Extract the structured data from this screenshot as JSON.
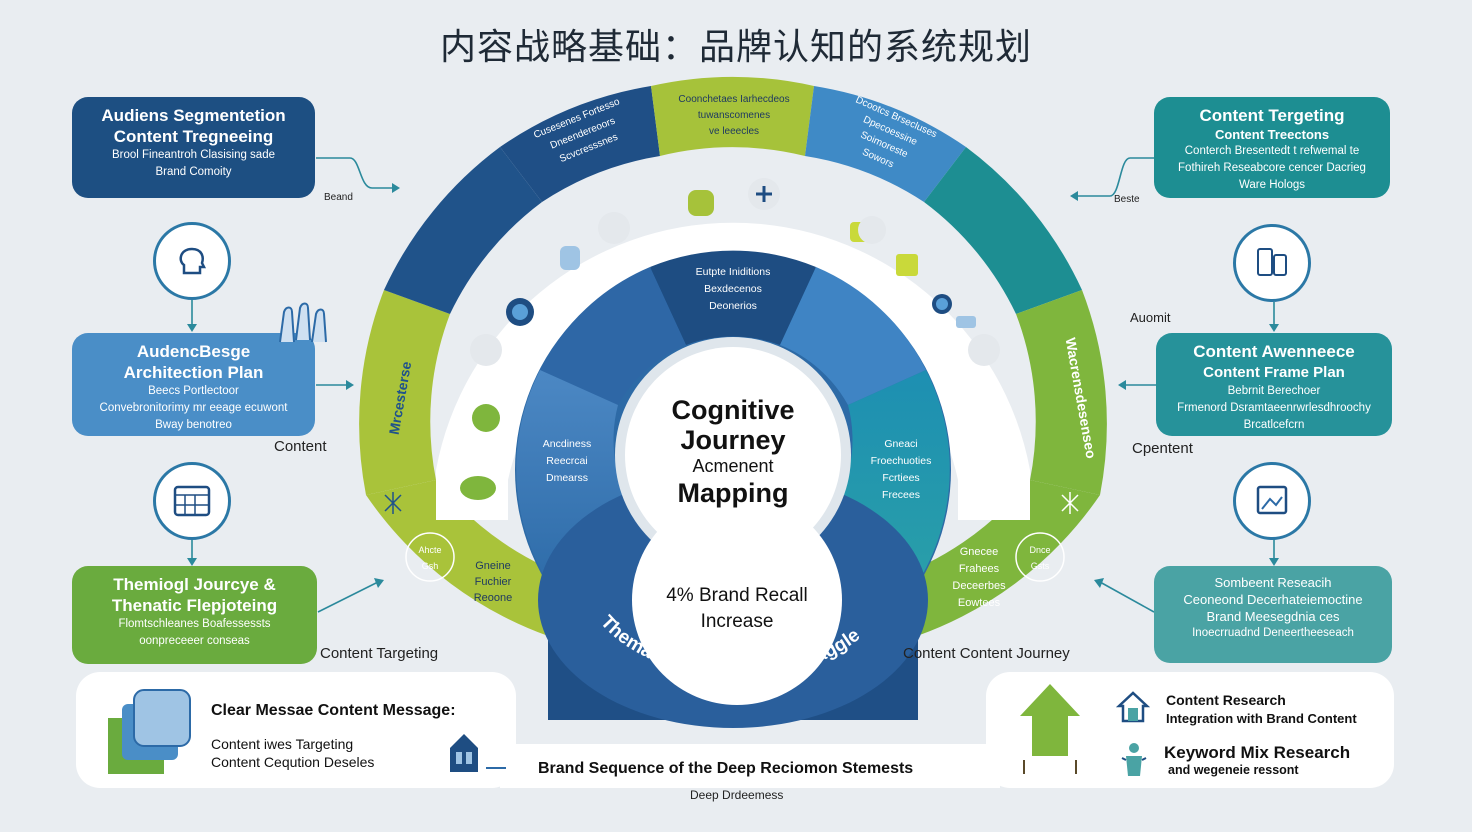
{
  "title": "内容战略基础：品牌认知的系统规划",
  "left_cards": [
    {
      "heading1": "Audiens Segmentetion",
      "heading2": "Content Tregneeing",
      "sub1": "Brool Fineantroh Clasising sade",
      "sub2": "Brand Comoity"
    },
    {
      "heading1": "AudencBesge",
      "heading2": "Architection Plan",
      "sub1": "Beecs Portlectoor",
      "sub2": "Convebronitorimy mr eeage ecuwont",
      "sub3": "Bway benotreo"
    },
    {
      "heading1": "Themiogl Jourcye &",
      "heading2": "Thenatic Flepjoteing",
      "sub1": "Flomtschleanes Boafessessts",
      "sub2": "oonpreceeer conseas"
    }
  ],
  "right_cards": [
    {
      "heading1": "Content Tergeting",
      "heading2": "Content Treectons",
      "sub1": "Conterch Bresentedt t refwemal te",
      "sub2": "Fothireh Reseabcore cencer Dacrieg",
      "sub3": "Ware Hologs"
    },
    {
      "heading1": "Content Awenneece",
      "heading2": "Content Frame Plan",
      "sub1": "Bebrnit Berechoer",
      "sub2": "Frmenord Dsramtaeenrwrlesdhroochy",
      "sub3": "Brcatlcefcrn"
    },
    {
      "heading1": "Sombeent Reseacih",
      "heading2": "Ceoneond Decerhateiemoctine",
      "sub1": "Brand Meesegdnia ces",
      "sub2": "Inoecrruadnd Deneertheeseach"
    }
  ],
  "side_labels": {
    "brand_left": "Beand",
    "content_left": "Content",
    "content_targeting_left": "Content Targeting",
    "beste_right": "Beste",
    "auomit_right": "Auomit",
    "content_right": "Cpentent",
    "content_journey_right": "Content Content Journey"
  },
  "center": {
    "line1": "Cognitive",
    "line2": "Journey",
    "line3": "Acmenent",
    "line4": "Mapping"
  },
  "recall": {
    "line1": "4% Brand Recall",
    "line2": "Increase"
  },
  "arc_text": "Thema Brand Strategy Straggle",
  "ring_labels": {
    "top_green": [
      "Coonchetaes Iarhecdeos",
      "tuwanscomenes",
      "ve leeecles"
    ],
    "top_left_navy": [
      "Cusesenes Fortesso",
      "Dneendereoors",
      "Scvcresssnes"
    ],
    "top_right_blue": [
      "Dcootcs Brsecluses",
      "Dpecoessine",
      "Soimoreste",
      "Sowors"
    ],
    "inner_top_navy": [
      "Eutpte Iniditions",
      "Bexdecenos",
      "Deonerios"
    ],
    "inner_left": [
      "Ancdiness",
      "Reecrcai",
      "Dmearss"
    ],
    "inner_right": [
      "Gneaci",
      "Froechuoties",
      "Fcrtiees",
      "Frecees"
    ],
    "left_green_arc": "Mrcesterse",
    "right_green_arc": "Wacrensdesenseo",
    "small_left": [
      "Ahcte",
      "Gsh"
    ],
    "small_right": [
      "Dnce",
      "Gsts"
    ],
    "bottom_left_ring": [
      "Gneine",
      "Fuchier",
      "Reoone"
    ],
    "bottom_right_ring": [
      "Gnecee",
      "Frahees",
      "Deceerbes",
      "Eowtees"
    ]
  },
  "bottom_left": {
    "heading": "Clear Messae Content Message:",
    "line1": "Content iwes Targeting",
    "line2": "Content Ceqution Deseles"
  },
  "bottom_center": {
    "main": "Brand Sequence of the Deep Reciomon Stemests",
    "below": "Deep Drdeemess"
  },
  "bottom_right": {
    "item1_line1": "Content Research",
    "item1_line2": "Integration with Brand Content",
    "item2_line1": "Keyword Mix Research",
    "item2_line2": "and wegeneie ressont"
  },
  "colors": {
    "navy": "#1d4f82",
    "blue": "#4a8ec7",
    "green": "#8bb83a",
    "teal": "#1d8e92",
    "light_teal": "#4aa3a4"
  }
}
